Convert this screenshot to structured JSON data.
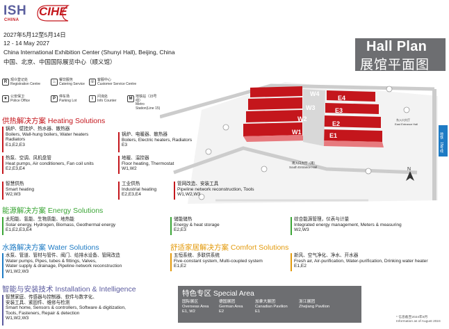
{
  "header": {
    "logo_ish": "ISH",
    "logo_china": "CHINA",
    "logo_cihe": "CIHE",
    "date_cn": "2027年5月12至5月14日",
    "date_en": "12 - 14 May 2027",
    "venue_en": "China International Exhibition Center (Shunyi Hall), Beijing, China",
    "venue_cn": "中国、北京、中国国际展览中心（顺义馆）",
    "hall_plan_en": "Hall Plan",
    "hall_plan_cn": "展馆平面图"
  },
  "legend": [
    {
      "icon": "R",
      "icon_name": "registration-icon",
      "cn": "观众登记处",
      "en": "Registration Centre"
    },
    {
      "icon": "♨",
      "icon_name": "catering-icon",
      "cn": "餐饮服务",
      "en": "Catering Service"
    },
    {
      "icon": "☏",
      "icon_name": "customer-service-icon",
      "cn": "客服中心",
      "en": "Customer Service Centre"
    },
    {
      "icon": "★",
      "icon_name": "police-icon",
      "cn": "公安保卫",
      "en": "Police Office"
    },
    {
      "icon": "P",
      "icon_name": "parking-icon",
      "cn": "停车场",
      "en": "Parking Lot"
    },
    {
      "icon": "i",
      "icon_name": "info-icon",
      "cn": "问询处",
      "en": "Info Counter"
    },
    {
      "icon": "M",
      "icon_name": "metro-icon",
      "cn": "地铁站（15号线）",
      "en": "Metro Station(Line 15)"
    }
  ],
  "map": {
    "halls": [
      "W4",
      "W3",
      "W2",
      "W1",
      "E4",
      "E3",
      "E2",
      "E1"
    ],
    "south_entrance_cn": "南入口大厅（南）",
    "south_entrance_en": "South Entrance Hall",
    "east_entrance_cn": "东入口大厅",
    "east_entrance_en": "East Entrance Hall",
    "metro_cn": "地铁",
    "metro_en": "15号线",
    "north": "N"
  },
  "heating": {
    "title": "供热解决方案  Heating Solutions",
    "items": [
      {
        "cn": "锅炉、壁挂炉、热水器、散热器",
        "en": "Boilers, Wall-hung boilers, Water heaters",
        "en2": "Radiators",
        "halls": "E1,E2,E3"
      },
      {
        "cn": "锅炉、电暖器、散热器",
        "en": "Boilers, Electric heaters, Radiators",
        "en2": "",
        "halls": "E3"
      },
      {
        "cn": "热泵、空调、风机盘管",
        "en": "Heat pumps, Air conditioners, Fan coil units",
        "en2": "",
        "halls": "E2,E3,E4"
      },
      {
        "cn": "地暖、温控器",
        "en": "Floor heating, Thermostat",
        "en2": "",
        "halls": "W1,W2"
      },
      {
        "cn": "智慧供热",
        "en": "Smart heating",
        "en2": "",
        "halls": "W2,W3"
      },
      {
        "cn": "工业供热",
        "en": "Industrial heating",
        "en2": "",
        "halls": "E2,E3,E4"
      },
      {
        "cn": "管网改造、安装工具",
        "en": "Pipeline network reconstruction, Tools",
        "en2": "",
        "halls": "W1,W2,W3"
      }
    ]
  },
  "energy": {
    "title": "能源解决方案  Energy Solutions",
    "items": [
      {
        "cn": "太阳能、氢能、生物质能、地热能",
        "en": "Solar energy, Hydrogen, Biomass, Geothermal energy",
        "halls": "E1,E2,E3,E4"
      },
      {
        "cn": "储能储热",
        "en": "Energy & heat storage",
        "halls": "E2,E3"
      },
      {
        "cn": "综合能源管理，仪表与计量",
        "en": "Integrated energy management, Meters & measuring",
        "halls": "W2,W3"
      }
    ]
  },
  "water": {
    "title": "水路解决方案  Water Solutions",
    "items": [
      {
        "cn": "水泵、管道、管材与管件、阀门、给排水设备、管网改造",
        "en": "Water pumps, Pipes, tubes & fittings, Valves,",
        "en2": "Water supply & drainage, Pipeline network reconstruction",
        "halls": "W1,W2,W3"
      }
    ]
  },
  "comfort": {
    "title": "舒适家居解决方案  Comfort Solutions",
    "items": [
      {
        "cn": "五恒系统、多联供系统",
        "en": "Five-constant system, Multi-coupled system",
        "halls": "E1,E2"
      },
      {
        "cn": "新风、空气净化、净水、开水器",
        "en": "Fresh air, Air-purification, Water-purification, Drinking water heater",
        "halls": "E1,E2"
      }
    ]
  },
  "smart": {
    "title": "智能与安装技术  Installation & Intelligence",
    "items": [
      {
        "cn": "智慧家庭、传感器与控制器、软件与数字化、",
        "cn2": "安装工具、紧固件、维修与检测",
        "en": "Smart home, Sensors & controllers, Software & digitization,",
        "en2": "Tools, Fasteners, Repair & detection",
        "halls": "W1,W2,W3"
      }
    ]
  },
  "special": {
    "title": "特色专区  Special Area",
    "items": [
      {
        "cn": "国际展区",
        "en": "Overseas Area",
        "halls": "E1, W2"
      },
      {
        "cn": "德国展团",
        "en": "German Area",
        "halls": "E2"
      },
      {
        "cn": "加拿大展团",
        "en": "Canadian Pavilion",
        "halls": "E1"
      },
      {
        "cn": "浙江展团",
        "en": "Zhejiang Pavilion",
        "halls": ""
      }
    ]
  },
  "note_cn": "* 信息截至2024年8月",
  "note_en": "Information as of August 2024",
  "colors": {
    "heating": "#c4161c",
    "energy": "#3aa535",
    "water": "#1e7bc4",
    "comfort": "#e39a0c",
    "smart": "#5a5a9e",
    "panel": "#6d6e71"
  }
}
